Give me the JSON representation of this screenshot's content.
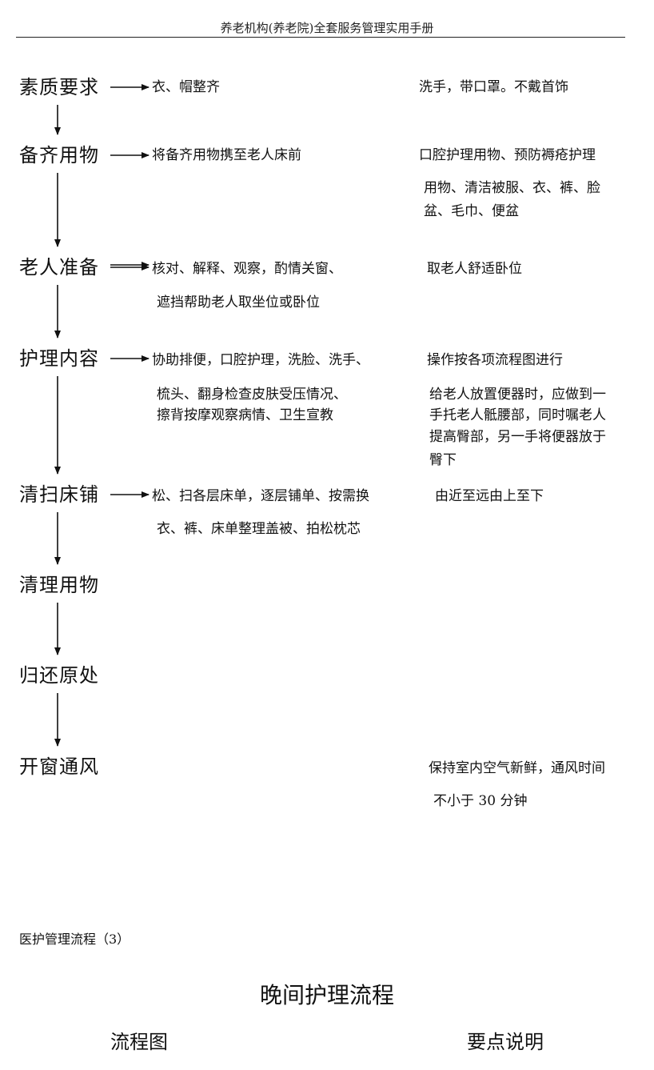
{
  "header": {
    "title": "养老机构(养老院)全套服务管理实用手册"
  },
  "steps": [
    {
      "label": "素质要求",
      "actions": [
        "衣、帽整齐"
      ],
      "notes": [
        "洗手，带口罩。不戴首饰"
      ]
    },
    {
      "label": "备齐用物",
      "actions": [
        "将备齐用物携至老人床前"
      ],
      "notes": [
        "口腔护理用物、预防褥疮护理",
        "用物、清洁被服、衣、裤、脸",
        "盆、毛巾、便盆"
      ]
    },
    {
      "label": "老人准备",
      "actions": [
        "核对、解释、观察，酌情关窗、",
        "遮挡帮助老人取坐位或卧位"
      ],
      "notes": [
        "取老人舒适卧位"
      ]
    },
    {
      "label": "护理内容",
      "actions": [
        "协助排便，口腔护理，洗脸、洗手、",
        "梳头、翻身检查皮肤受压情况、",
        "擦背按摩观察病情、卫生宣教"
      ],
      "notes": [
        "操作按各项流程图进行",
        "给老人放置便器时，应做到一",
        "手托老人骶腰部，同时嘱老人",
        "提高臀部，另一手将便器放于",
        "臀下"
      ]
    },
    {
      "label": "清扫床铺",
      "actions": [
        "松、扫各层床单，逐层铺单、按需换",
        "衣、裤、床单整理盖被、拍松枕芯"
      ],
      "notes": [
        "由近至远由上至下"
      ]
    },
    {
      "label": "清理用物",
      "actions": [],
      "notes": []
    },
    {
      "label": "归还原处",
      "actions": [],
      "notes": []
    },
    {
      "label": "开窗通风",
      "actions": [],
      "notes": [
        "保持室内空气新鲜，通风时间",
        "不小于 30 分钟"
      ]
    }
  ],
  "footer": {
    "section_label": "医护管理流程（3）",
    "title": "晚间护理流程",
    "col_flow": "流程图",
    "col_notes": "要点说明"
  }
}
